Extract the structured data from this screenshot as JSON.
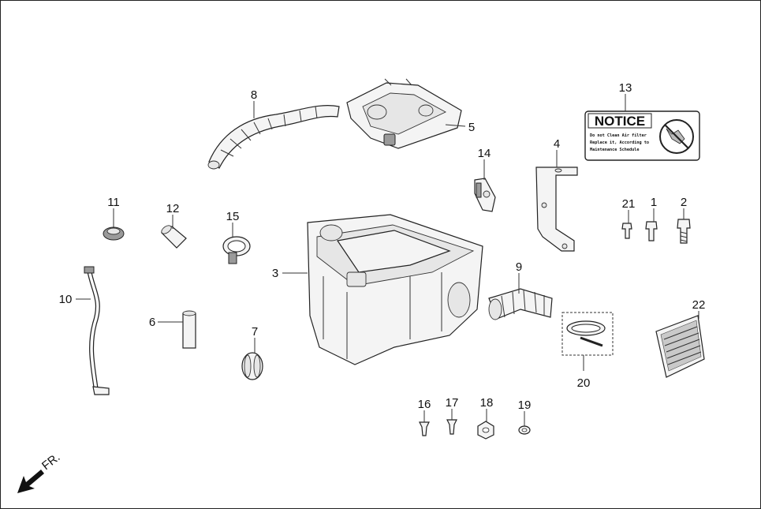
{
  "callouts": {
    "c1": "1",
    "c2": "2",
    "c3": "3",
    "c4": "4",
    "c5": "5",
    "c6": "6",
    "c7": "7",
    "c8": "8",
    "c9": "9",
    "c10": "10",
    "c11": "11",
    "c12": "12",
    "c13": "13",
    "c14": "14",
    "c15": "15",
    "c16": "16",
    "c17": "17",
    "c18": "18",
    "c19": "19",
    "c20": "20",
    "c21": "21",
    "c22": "22"
  },
  "notice_label": {
    "title": "NOTICE",
    "line1": "Do not Clean Air filter",
    "line2": "Replace it, According to",
    "line3": "Maintenance Schedule"
  },
  "front_indicator": {
    "text": "FR."
  },
  "colors": {
    "line": "#222222",
    "fill": "#f4f4f4",
    "background": "#ffffff"
  }
}
